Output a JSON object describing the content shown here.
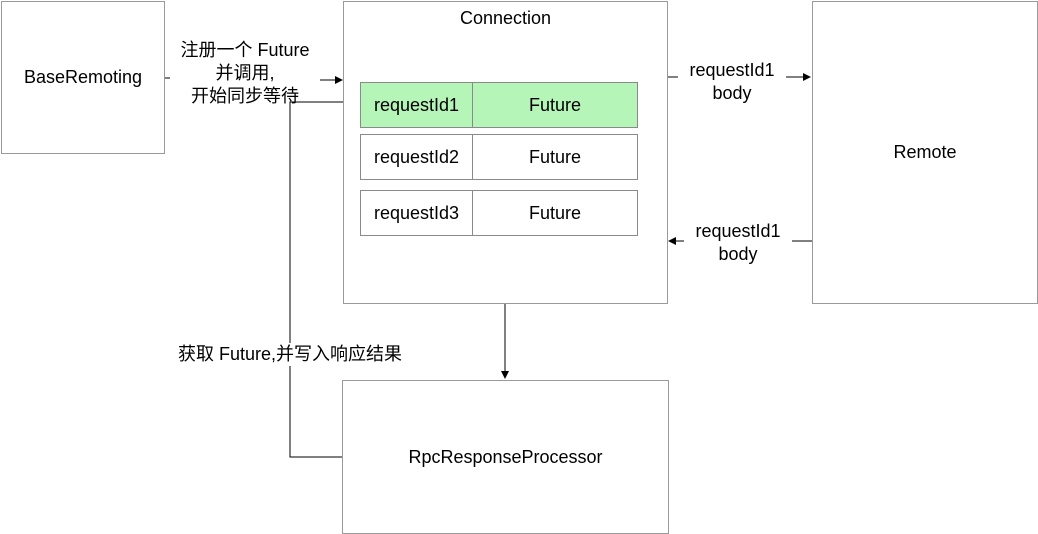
{
  "nodes": {
    "base_remoting": "BaseRemoting",
    "connection": "Connection",
    "remote": "Remote",
    "processor": "RpcResponseProcessor"
  },
  "table": {
    "rows": [
      {
        "id": "requestId1",
        "value": "Future",
        "highlight": true
      },
      {
        "id": "requestId2",
        "value": "Future",
        "highlight": false
      },
      {
        "id": "requestId3",
        "value": "Future",
        "highlight": false
      }
    ]
  },
  "notes": {
    "register": [
      "注册一个 Future",
      "并调用,",
      "开始同步等待"
    ],
    "request_out": [
      "requestId1",
      "body"
    ],
    "response_in": [
      "requestId1",
      "body"
    ],
    "fetch_future": "获取 Future,并写入响应结果"
  },
  "colors": {
    "highlight": "#b5f5b8",
    "border": "#9a9a9a",
    "line": "#000000"
  }
}
